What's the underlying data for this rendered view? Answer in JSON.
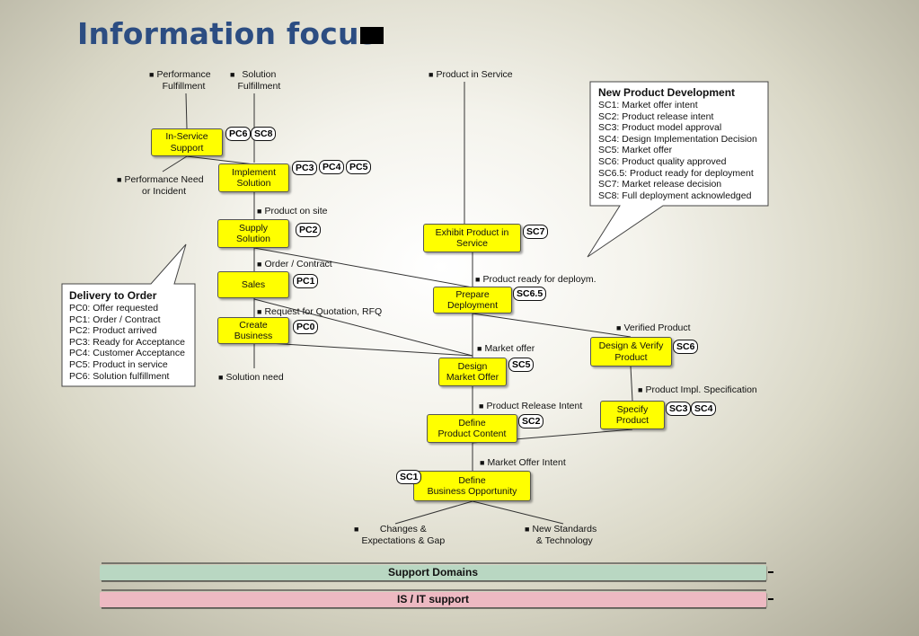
{
  "title": "Information focus",
  "process_boxes": {
    "in_service_support": "In-Service\nSupport",
    "implement_solution": "Implement\nSolution",
    "supply_solution": "Supply\nSolution",
    "sales": "Sales",
    "create_business": "Create\nBusiness",
    "exhibit_product_in_service": "Exhibit Product in\nService",
    "prepare_deployment": "Prepare\nDeployment",
    "design_verify_product": "Design & Verify\nProduct",
    "design_market_offer": "Design\nMarket Offer",
    "specify_product": "Specify\nProduct",
    "define_product_content": "Define\nProduct Content",
    "define_business_opportunity": "Define\nBusiness Opportunity"
  },
  "tags": {
    "pc6": "PC6",
    "sc8": "SC8",
    "pc3": "PC3",
    "pc4": "PC4",
    "pc5": "PC5",
    "pc2": "PC2",
    "pc1": "PC1",
    "pc0": "PC0",
    "sc7": "SC7",
    "sc6_5": "SC6.5",
    "sc6": "SC6",
    "sc5": "SC5",
    "sc3": "SC3",
    "sc4": "SC4",
    "sc2": "SC2",
    "sc1": "SC1"
  },
  "flow_labels": {
    "performance_fulfillment": "Performance\nFulfillment",
    "solution_fulfillment": "Solution\nFulfillment",
    "product_in_service": "Product in Service",
    "performance_need": "Performance Need\nor Incident",
    "product_on_site": "Product on site",
    "order_contract": "Order / Contract",
    "product_ready": "Product ready for deploym.",
    "request_quotation": "Request for Quotation, RFQ",
    "verified_product": "Verified Product",
    "market_offer": "Market offer",
    "solution_need": "Solution need",
    "product_impl_spec": "Product Impl. Specification",
    "product_release_intent": "Product Release Intent",
    "market_offer_intent": "Market Offer Intent",
    "changes_expectations": "Changes &\nExpectations & Gap",
    "new_standards": "New Standards\n& Technology"
  },
  "new_product_development": {
    "heading": "New Product Development",
    "items": [
      "SC1: Market offer intent",
      "SC2: Product release intent",
      "SC3: Product model approval",
      "SC4: Design Implementation Decision",
      "SC5: Market offer",
      "SC6: Product quality approved",
      "SC6.5: Product ready for deployment",
      "SC7: Market release decision",
      "SC8: Full deployment acknowledged"
    ]
  },
  "delivery_to_order": {
    "heading": "Delivery to Order",
    "items": [
      "PC0: Offer requested",
      "PC1: Order / Contract",
      "PC2: Product arrived",
      "PC3: Ready for Acceptance",
      "PC4: Customer Acceptance",
      "PC5: Product in service",
      "PC6: Solution fulfillment"
    ]
  },
  "bands": {
    "support_domains": "Support Domains",
    "is_it_support": "IS / IT support"
  },
  "colors": {
    "title": "#2c4d82",
    "process_box": "#ffff00",
    "support_band": "#b9d7c2",
    "it_band": "#edb9c2"
  }
}
